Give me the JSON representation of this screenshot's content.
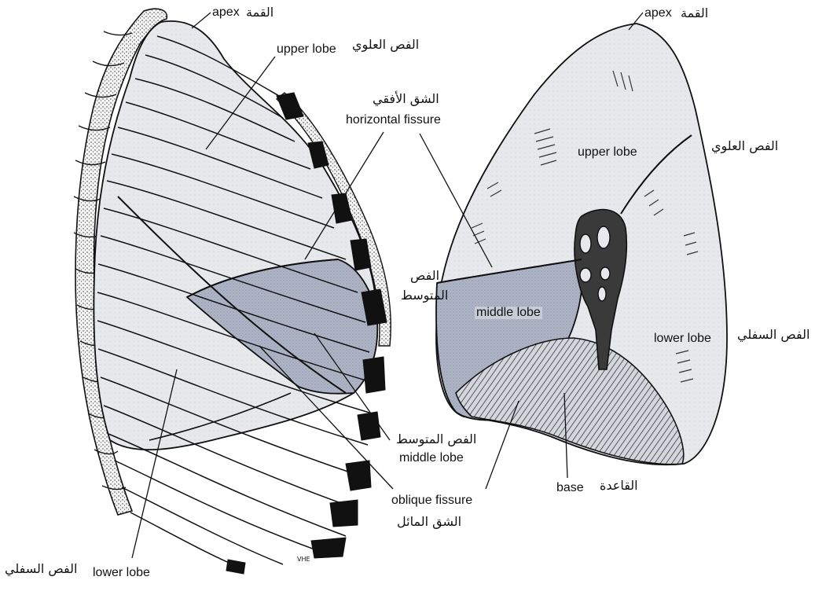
{
  "labels": {
    "left_apex_en": "apex",
    "left_apex_ar": "القمة",
    "left_upper_en": "upper lobe",
    "left_upper_ar": "الفص العلوي",
    "horizontal_ar": "الشق الأفقي",
    "horizontal_en": "horizontal fissure",
    "middle_ar_line1": "الفص",
    "middle_ar_line2": "المتوسط",
    "middle_lower_ar": "الفص المتوسط",
    "middle_lower_en": "middle lobe",
    "oblique_en": "oblique fissure",
    "oblique_ar": "الشق المائل",
    "left_lower_en": "lower lobe",
    "left_lower_ar": "الفص السفلي",
    "initials": "VHE",
    "right_apex_en": "apex",
    "right_apex_ar": "القمة",
    "right_upper_en": "upper lobe",
    "right_upper_ar": "الفص العلوي",
    "right_middle_en": "middle lobe",
    "right_lower_en": "lower lobe",
    "right_lower_ar": "الفص السفلي",
    "base_en": "base",
    "base_ar": "القاعدة"
  },
  "colors": {
    "line": "#111111",
    "lobe_fill": "#e6e8ec",
    "middle_lobe_fill": "#aeb5c6",
    "hilum_fill": "#3a3a3a",
    "background": "#ffffff"
  }
}
